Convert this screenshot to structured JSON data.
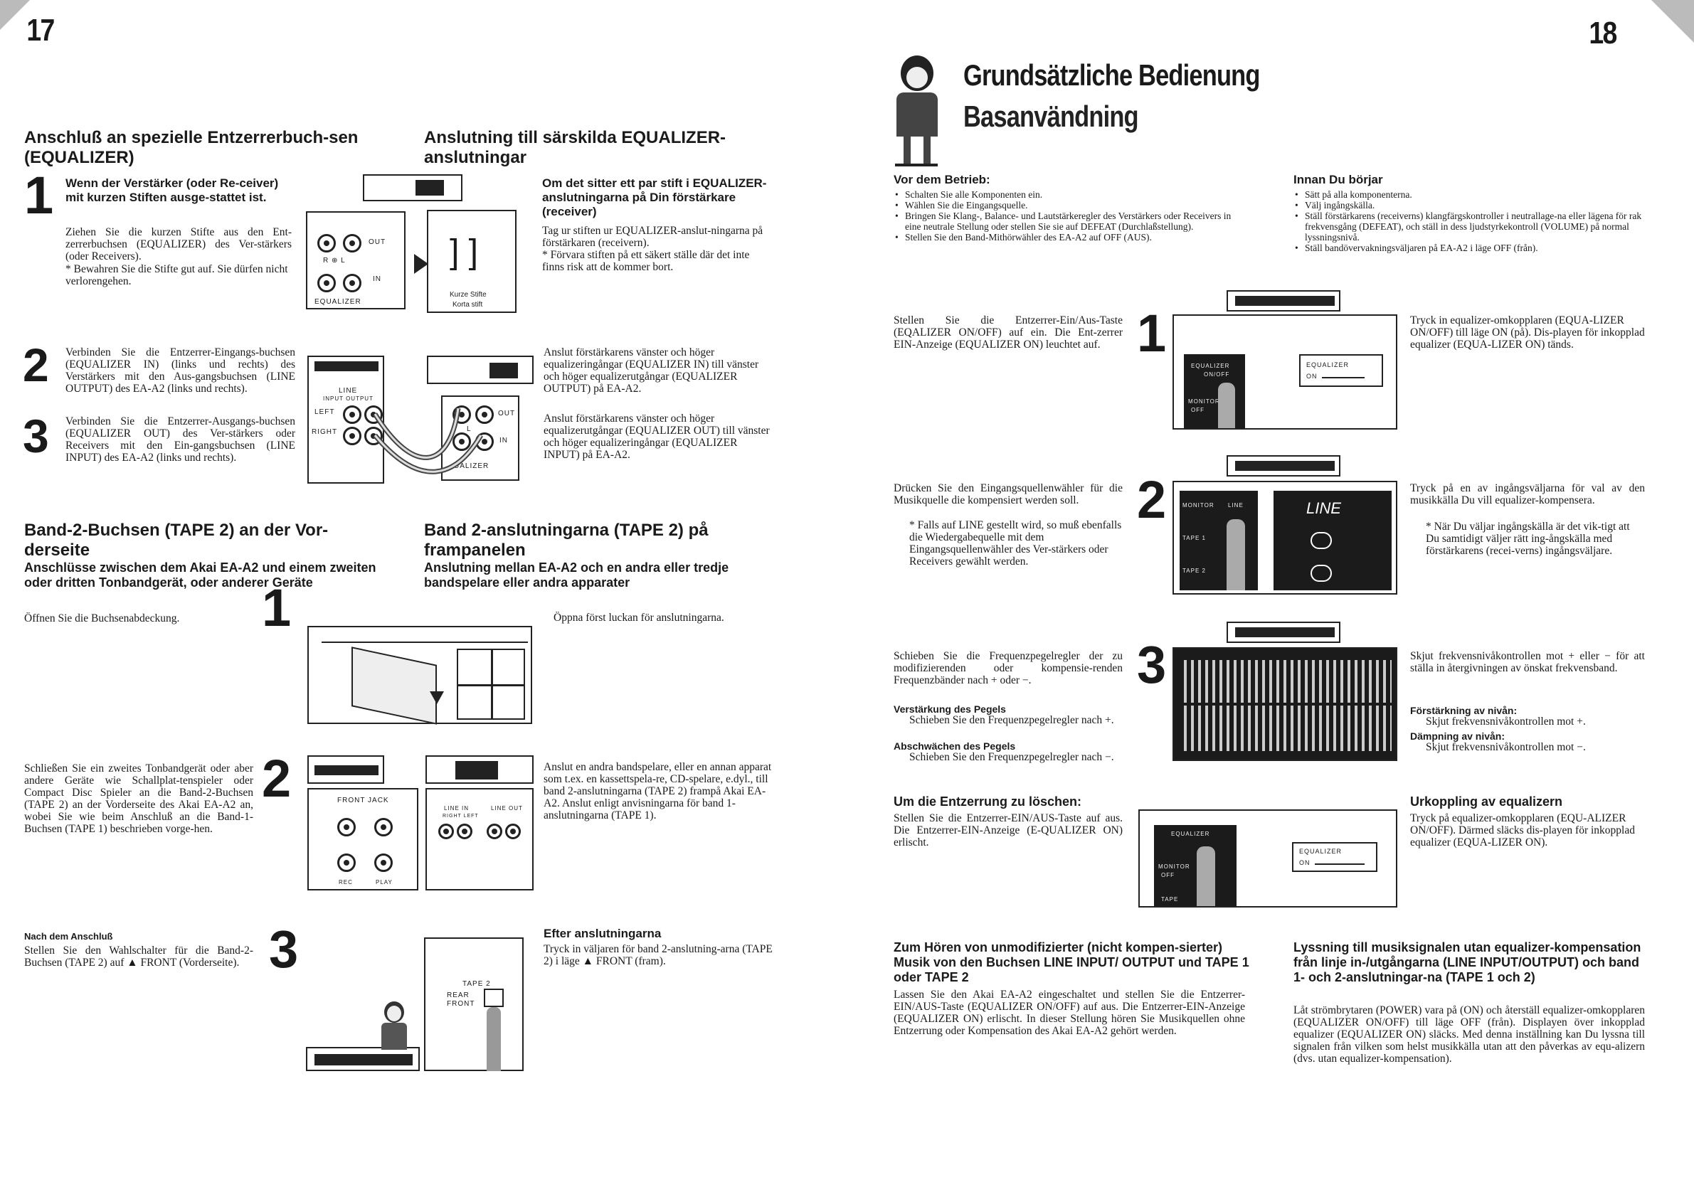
{
  "pages": {
    "left": "17",
    "right": "18"
  },
  "left": {
    "sec1": {
      "title_de": "Anschluß an spezielle Entzerrerbuch-sen (EQUALIZER)",
      "title_sv": "Anslutning till särskilda EQUALIZER-anslutningar",
      "step": "1",
      "de_bold": "Wenn der Verstärker (oder Re-ceiver) mit kurzen Stiften ausge-stattet ist.",
      "de_text": "Ziehen Sie die kurzen Stifte aus den Ent-zerrerbuchsen (EQUALIZER) des Ver-stärkers (oder Receivers).",
      "de_note": "* Bewahren Sie die Stifte gut auf. Sie dürfen nicht verlorengehen.",
      "sv_bold": "Om det sitter ett par stift i EQUALIZER-anslutningarna på Din förstärkare (receiver)",
      "sv_text": "Tag ur stiften ur EQUALIZER-anslut-ningarna på förstärkaren (receivern).",
      "sv_note": "* Förvara stiften på ett säkert ställe där det inte finns risk att de kommer bort.",
      "fig_out": "OUT",
      "fig_in": "IN",
      "fig_rl": "R ⊕ L",
      "fig_eq": "EQUALIZER",
      "fig_pins": "Kurze Stifte",
      "fig_pins2": "Korta stift"
    },
    "sec23": {
      "step2": "2",
      "step3": "3",
      "de2": "Verbinden Sie die Entzerrer-Eingangs-buchsen (EQUALIZER IN) (links und rechts) des Verstärkers mit den Aus-gangsbuchsen (LINE OUTPUT) des EA-A2 (links und rechts).",
      "de3": "Verbinden Sie die Entzerrer-Ausgangs-buchsen (EQUALIZER OUT) des Ver-stärkers oder Receivers mit den Ein-gangsbuchsen (LINE INPUT) des EA-A2 (links und rechts).",
      "sv2": "Anslut förstärkarens vänster och höger equalizeringångar (EQUALIZER IN) till vänster och höger equalizerutgångar (EQUALIZER OUTPUT) på EA-A2.",
      "sv3": "Anslut förstärkarens vänster och höger equalizerutgångar (EQUALIZER OUT) till vänster och höger equalizeringångar (EQUALIZER INPUT) på EA-A2.",
      "fig_line": "LINE",
      "fig_inout": "INPUT  OUTPUT",
      "fig_left": "LEFT",
      "fig_right": "RIGHT",
      "fig_out": "OUT",
      "fig_in": "IN",
      "fig_l": "L",
      "fig_eq": "UALIZER"
    },
    "sec4": {
      "title_de": "Band-2-Buchsen (TAPE 2) an der Vor-derseite",
      "sub_de": "Anschlüsse zwischen dem Akai EA-A2 und einem zweiten oder dritten Tonbandgerät, oder anderer Geräte",
      "text_de": "Öffnen Sie die Buchsenabdeckung.",
      "title_sv": "Band 2-anslutningarna (TAPE 2) på frampanelen",
      "sub_sv": "Anslutning mellan EA-A2 och en andra eller tredje bandspelare eller andra apparater",
      "text_sv": "Öppna först luckan för anslutningarna.",
      "step1": "1",
      "step2": "2",
      "de2": "Schließen Sie ein zweites Tonbandgerät oder aber andere Geräte wie Schallplat-tenspieler oder Compact Disc Spieler an die Band-2-Buchsen (TAPE 2) an der Vorderseite des Akai EA-A2 an, wobei Sie wie beim Anschluß an die Band-1-Buchsen (TAPE 1) beschrieben vorge-hen.",
      "sv2": "Anslut en andra bandspelare, eller en annan apparat som t.ex. en kassettspela-re, CD-spelare, e.dyl., till band 2-anslutningarna (TAPE 2) frampå Akai EA-A2. Anslut enligt anvisningarna för band 1-anslutningarna (TAPE 1).",
      "fig_front": "FRONT JACK",
      "fig_linein": "LINE IN",
      "fig_lineout": "LINE OUT",
      "fig_rl": "RIGHT LEFT",
      "fig_rec": "REC",
      "fig_play": "PLAY"
    },
    "sec5": {
      "head_de": "Nach dem Anschluß",
      "text_de": "Stellen Sie den Wahlschalter für die Band-2-Buchsen (TAPE 2) auf ▲ FRONT (Vorderseite).",
      "step": "3",
      "head_sv": "Efter anslutningarna",
      "text_sv": "Tryck in väljaren för band 2-anslutning-arna (TAPE 2) i läge ▲ FRONT (fram).",
      "fig_tape": "TAPE 2",
      "fig_rear": "REAR",
      "fig_front": "FRONT"
    }
  },
  "right": {
    "title_de": "Grundsätzliche Bedienung",
    "title_sv": "Basanvändning",
    "before_de": {
      "head": "Vor dem Betrieb:",
      "items": [
        "Schalten Sie alle Komponenten ein.",
        "Wählen Sie die Eingangsquelle.",
        "Bringen Sie Klang-, Balance- und Lautstärkeregler des Verstärkers oder Receivers in eine neutrale Stellung oder stellen Sie sie auf DEFEAT (Durchlaßstellung).",
        "Stellen Sie den Band-Mithörwähler des EA-A2 auf OFF (AUS)."
      ]
    },
    "before_sv": {
      "head": "Innan Du börjar",
      "items": [
        "Sätt på alla komponenterna.",
        "Välj ingångskälla.",
        "Ställ förstärkarens (receiverns) klangfärgskontroller i neutrallage-na eller lägena för rak frekvensgång (DEFEAT), och ställ in dess ljudstyrkekontroll (VOLUME) på normal lyssningsnivå.",
        "Ställ bandövervakningsväljaren på EA-A2 i läge OFF (från)."
      ]
    },
    "s1": {
      "step": "1",
      "de": "Stellen Sie die Entzerrer-Ein/Aus-Taste (EQALIZER ON/OFF) auf ein. Die Ent-zerrer EIN-Anzeige (EQUALIZER ON) leuchtet auf.",
      "sv": "Tryck in equalizer-omkopplaren (EQUA-LIZER ON/OFF) till läge ON (på). Dis-playen för inkopplad equalizer (EQUA-LIZER ON) tänds.",
      "fig_eq": "EQUALIZER",
      "fig_onoff": "ON/OFF",
      "fig_mon": "MONITOR",
      "fig_off": "OFF",
      "fig_on": "ON"
    },
    "s2": {
      "step": "2",
      "de": "Drücken Sie den Eingangsquellenwähler für die Musikquelle die kompensiert werden soll.",
      "de_note": "* Falls auf LINE gestellt wird, so muß ebenfalls die Wiedergabequelle mit dem Eingangsquellenwähler des Ver-stärkers oder Receivers gewählt werden.",
      "sv": "Tryck på en av ingångsväljarna för val av den musikkälla Du vill equalizer-kompensera.",
      "sv_note": "* När Du väljar ingångskälla är det vik-tigt att Du samtidigt väljer rätt ing-ångskälla med förstärkarens (recei-verns) ingångsväljare.",
      "fig_mon": "MONITOR",
      "fig_t1": "TAPE 1",
      "fig_t2": "TAPE 2",
      "fig_line": "LINE",
      "fig_big": "LINE"
    },
    "s3": {
      "step": "3",
      "de": "Schieben Sie die Frequenzpegelregler der zu modifizierenden oder kompensie-renden Frequenzbänder nach + oder −.",
      "de_h1": "Verstärkung des Pegels",
      "de_t1": "Schieben Sie den Frequenzpegelregler nach +.",
      "de_h2": "Abschwächen des Pegels",
      "de_t2": "Schieben Sie den Frequenzpegelregler nach −.",
      "sv": "Skjut frekvensnivåkontrollen mot + eller − för att ställa in återgivningen av önskat frekvensband.",
      "sv_h1": "Förstärkning av nivån:",
      "sv_t1": "Skjut frekvensnivåkontrollen mot +.",
      "sv_h2": "Dämpning av nivån:",
      "sv_t2": "Skjut frekvensnivåkontrollen mot −."
    },
    "s4": {
      "head_de": "Um die Entzerrung zu löschen:",
      "de": "Stellen Sie die Entzerrer-EIN/AUS-Taste auf aus. Die Entzerrer-EIN-Anzeige (E-QUALIZER ON) erlischt.",
      "head_sv": "Urkoppling av equalizern",
      "sv": "Tryck på equalizer-omkopplaren (EQU-ALIZER ON/OFF). Därmed släcks dis-playen för inkopplad equalizer (EQUA-LIZER ON).",
      "fig_eq": "EQUALIZER",
      "fig_on": "ON",
      "fig_mon": "MONITOR",
      "fig_off": "OFF",
      "fig_tape": "TAPE"
    },
    "s5": {
      "head_de": "Zum Hören von unmodifizierter (nicht kompen-sierter) Musik von den Buchsen LINE INPUT/ OUTPUT und TAPE 1 oder TAPE 2",
      "de": "Lassen Sie den Akai EA-A2 eingeschaltet und stellen Sie die Entzerrer-EIN/AUS-Taste (EQUALIZER ON/OFF) auf aus. Die Entzerrer-EIN-Anzeige (EQUALIZER ON) erlischt. In dieser Stellung hören Sie Musikquellen ohne Entzerrung oder Kompensation des Akai EA-A2 gehört werden.",
      "head_sv": "Lyssning till musiksignalen utan equalizer-kompensation från linje in-/utgångarna (LINE INPUT/OUTPUT) och band 1- och 2-anslutningar-na (TAPE 1 och 2)",
      "sv": "Låt strömbrytaren (POWER) vara på (ON) och återställ equalizer-omkopplaren (EQUALIZER ON/OFF) till läge OFF (från). Displayen över inkopplad equalizer (EQUALIZER ON) släcks. Med denna inställning kan Du lyssna till signalen från vilken som helst musikkälla utan att den påverkas av equ-alizern (dvs. utan equalizer-kompensation)."
    }
  }
}
